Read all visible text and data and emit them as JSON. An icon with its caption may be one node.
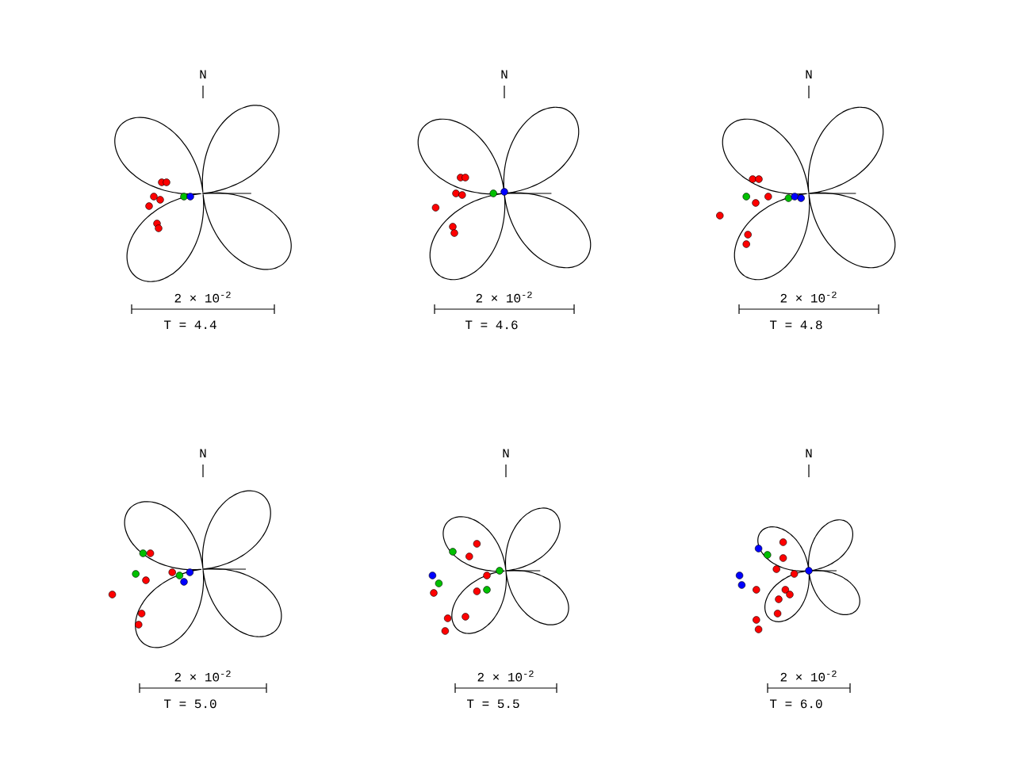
{
  "diagram": {
    "labels": [
      "N",
      "2 × 10$^{-2}$",
      "T = 4.4",
      "N",
      "2 × 10$^{-2}$",
      "T = 4.6",
      "N",
      "2 × 10$^{-2}$",
      "T = 4.8",
      "N",
      "2 × 10$^{-2}$",
      "T = 5.0",
      "N",
      "2 × 10$^{-2}$",
      "T = 5.5",
      "N",
      "2 × 10$^{-2}$",
      "T = 6.0"
    ]
  }
}
